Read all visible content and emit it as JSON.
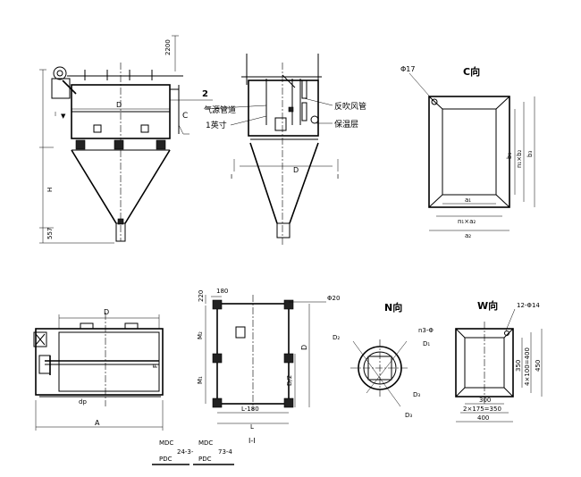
{
  "views": {
    "front": {
      "dim_top": "2200",
      "dim_D": "D",
      "dim_H": "H",
      "dim_557": "557",
      "label_2": "2",
      "label_C": "C"
    },
    "side": {
      "label_fan_pipe": "反吹风管",
      "label_insulation": "保温层",
      "label_leak_pipe": "气源管道",
      "label_one_inch": "1英寸",
      "section_I_left": "I",
      "section_I_right": "I",
      "dim_D": "D"
    },
    "c_view": {
      "title": "C向",
      "hole": "Φ17",
      "a1": "a₁",
      "n1a2": "n₁×a₂",
      "a2": "a₂",
      "b1": "b₁",
      "n1b2": "n₁×b₂",
      "b3": "b₃"
    },
    "plan": {
      "dim_D": "D",
      "dim_A": "A",
      "dim_F": "F",
      "dim_dp": "dp"
    },
    "section_II": {
      "caption": "I-I",
      "dim_180": "180",
      "dim_220": "220",
      "m2": "M₂",
      "m1": "M₁",
      "d2": "D/2",
      "dim_D": "D",
      "L180": "L-180",
      "L": "L",
      "hole": "Φ20"
    },
    "n_view": {
      "title": "N向",
      "holes": "n3-Φ",
      "D1": "D₁",
      "D2": "D₂",
      "D3": "D₃",
      "Dout": "D₁",
      "Dbot": "D₃"
    },
    "w_view": {
      "title": "W向",
      "holes": "12-Φ14",
      "dim_350": "350",
      "dim_4x100": "4×100=400",
      "dim_450": "450",
      "dim_300": "300",
      "dim_2x175": "2×175=350",
      "dim_400": "400"
    },
    "models": {
      "m1_top": "MDC",
      "m1_bot": "PDC",
      "m1_num": "24-3-",
      "m2_top": "MDC",
      "m2_bot": "PDC",
      "m2_num": "73-4"
    }
  }
}
